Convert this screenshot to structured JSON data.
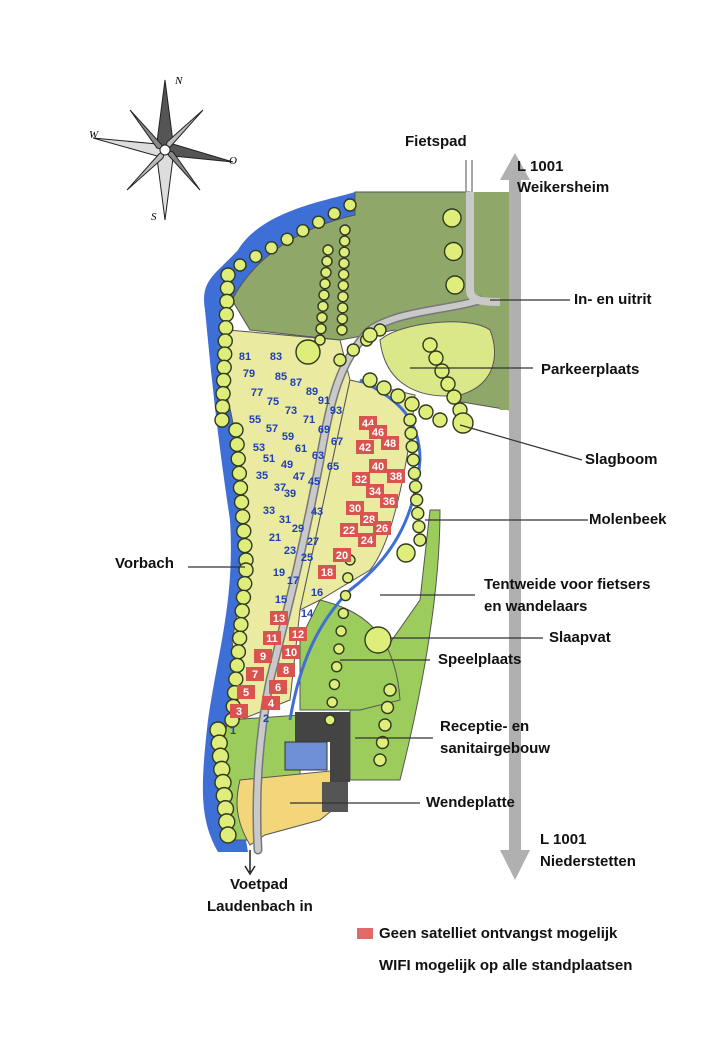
{
  "compass": {
    "n": "N",
    "s": "S",
    "w": "W",
    "o": "O"
  },
  "labels": {
    "fietspad": "Fietspad",
    "road_north": [
      "L 1001",
      "Weikersheim"
    ],
    "entrance": "In- en uitrit",
    "parking": "Parkeerplaats",
    "barrier": "Slagboom",
    "mill_creek": "Molenbeek",
    "tent_field": [
      "Tentweide voor fietsers",
      "en wandelaars"
    ],
    "sleeping_barrel": "Slaapvat",
    "playground": "Speelplaats",
    "reception": [
      "Receptie- en",
      "sanitairgebouw"
    ],
    "turning_area": "Wendeplatte",
    "road_south": [
      "L 1001",
      "Niederstetten"
    ],
    "vorbach": "Vorbach",
    "footpath": [
      "Voetpad",
      "Laudenbach in"
    ]
  },
  "legend": {
    "no_satellite": "Geen satelliet ontvangst mogelijk",
    "wifi": "WIFI mogelijk op alle standplaatsen",
    "no_satellite_color": "#e06a6a"
  },
  "pitches": {
    "blue_label_color": "#1f3fb8",
    "red_fill_color": "#d9534f",
    "blue": [
      "81",
      "83",
      "79",
      "85",
      "87",
      "77",
      "89",
      "91",
      "75",
      "73",
      "93",
      "55",
      "71",
      "57",
      "69",
      "53",
      "59",
      "61",
      "67",
      "51",
      "63",
      "35",
      "49",
      "65",
      "37",
      "47",
      "45",
      "39",
      "33",
      "31",
      "43",
      "21",
      "29",
      "27",
      "23",
      "25",
      "19",
      "17",
      "15",
      "14",
      "16",
      "2",
      "1"
    ],
    "red": [
      "44",
      "46",
      "48",
      "42",
      "40",
      "38",
      "32",
      "34",
      "36",
      "30",
      "28",
      "26",
      "22",
      "24",
      "20",
      "18",
      "13",
      "12",
      "11",
      "10",
      "9",
      "8",
      "7",
      "6",
      "5",
      "4",
      "3"
    ]
  }
}
